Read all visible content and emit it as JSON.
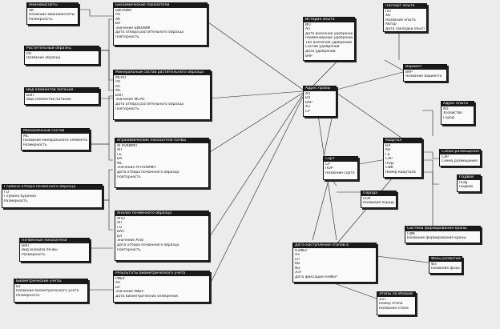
{
  "entities": [
    {
      "id": "aminokisloty",
      "title": "Аминокислоты",
      "fields": [
        "АК",
        "Название аминокислоты",
        "Размерность"
      ]
    },
    {
      "id": "biohim",
      "title": "Биохимические показатели",
      "fields": [
        "БИОХИМ",
        "РО",
        "АК",
        "ВЛ",
        "Значение БИОХИМ",
        "Дата отбора растительного образца",
        "Повторность"
      ]
    },
    {
      "id": "rast_obr",
      "title": "Растительный образец",
      "fields": [
        "РО",
        "Название образца"
      ]
    },
    {
      "id": "vid_pit",
      "title": "Вид элементов питания",
      "fields": [
        "ВЭП",
        "Вид элементов питания"
      ]
    },
    {
      "id": "min_sostav_rast",
      "title": "Минеральный состав растительного образца",
      "fields": [
        "МСРО",
        "РО",
        "АП",
        "МС",
        "ВЭП",
        "Значение МСРО",
        "Дата отбора растительного образца",
        "Повторность"
      ]
    },
    {
      "id": "min_sostav",
      "title": "Минеральный состав",
      "fields": [
        "МС",
        "Название минерального элемента",
        "Размерность"
      ]
    },
    {
      "id": "agrohim",
      "title": "Агрохимические показатели почвы",
      "fields": [
        "АГРОХИМП",
        "АП",
        "ГБ",
        "ВЛ",
        "МС",
        "Значение АГРОХИМП",
        "Дата отбора почвенного образца",
        "Повторность"
      ]
    },
    {
      "id": "glubina",
      "title": "Глубина отбора почвенного образца",
      "fields": [
        "ГО",
        "Глубина бурения",
        "Размерность"
      ]
    },
    {
      "id": "analiz_pochv",
      "title": "Анализ почвенного образца",
      "fields": [
        "АПО",
        "АП",
        "ГО",
        "ВАП",
        "ВЛ",
        "Значение АПО",
        "Дата отбора почвенного образца",
        "Повторность"
      ]
    },
    {
      "id": "pochv_pok",
      "title": "Почвенные показатели",
      "fields": [
        "ВАП",
        "Вид анализа почвы",
        "Размерность"
      ]
    },
    {
      "id": "biomet_uchet",
      "title": "Биометрические учёты",
      "fields": [
        "БУ",
        "Название биометрического учета",
        "Размерность"
      ]
    },
    {
      "id": "rez_biomet",
      "title": "Результаты биометрического учёта",
      "fields": [
        "РИБУ",
        "АП",
        "БУ",
        "Значение РИБУ",
        "Дата биометрических измерений"
      ]
    },
    {
      "id": "istoriya",
      "title": "История опыта",
      "fields": [
        "ИО",
        "АП",
        "Дата внесения удобрений",
        "Наименование удобрений",
        "Тип внесения удобрений",
        "Состав удобрений",
        "Доза удобрений",
        "ВАР"
      ]
    },
    {
      "id": "pasport",
      "title": "Паспорт опыта",
      "fields": [
        "ПО",
        "ХО",
        "Название опыта",
        "Автор",
        "Дата закладки опыта"
      ]
    },
    {
      "id": "variant",
      "title": "Вариант",
      "fields": [
        "ВАР",
        "Название варианта"
      ]
    },
    {
      "id": "adres_proby",
      "title": "Адрес пробы",
      "fields": [
        "АП",
        "ВЛ",
        "ВАР",
        "ХЗ",
        "СР"
      ]
    },
    {
      "id": "adres_opyta",
      "title": "Адрес опыта",
      "fields": [
        "АО",
        "Хозяйство",
        "Город"
      ]
    },
    {
      "id": "kvartal",
      "title": "Квартал",
      "fields": [
        "ВЛ",
        "КВ",
        "ГБ",
        "СХР",
        "ПОД",
        "СФК",
        "Номер квартала"
      ]
    },
    {
      "id": "shema",
      "title": "Схема размещения",
      "fields": [
        "СХР",
        "Схема размещения"
      ]
    },
    {
      "id": "sort",
      "title": "Сорт",
      "fields": [
        "СР",
        "ПОР",
        "Название сорта"
      ]
    },
    {
      "id": "podvoi",
      "title": "Подвой",
      "fields": [
        "ПОД",
        "Подвой"
      ]
    },
    {
      "id": "poroda",
      "title": "Порода",
      "fields": [
        "ПОР",
        "Название породы"
      ]
    },
    {
      "id": "sistema",
      "title": "Система формирования кроны",
      "fields": [
        "СФК",
        "Название формирования кроны"
      ]
    },
    {
      "id": "data_nastupl",
      "title": "Дата наступления этапов в",
      "fields": [
        "НЭФЕР",
        "ХЗ",
        "СР",
        "КВ",
        "ФЗ",
        "ЭЗТ",
        "Дата фиксации НЭФЕР"
      ]
    },
    {
      "id": "fazy",
      "title": "Фазы развития",
      "fields": [
        "ФЗ",
        "Название фазы"
      ]
    },
    {
      "id": "etapy",
      "title": "Этапы по Иловой",
      "fields": [
        "ЭЗТ",
        "Номер этапа",
        "Название этапа"
      ]
    }
  ]
}
